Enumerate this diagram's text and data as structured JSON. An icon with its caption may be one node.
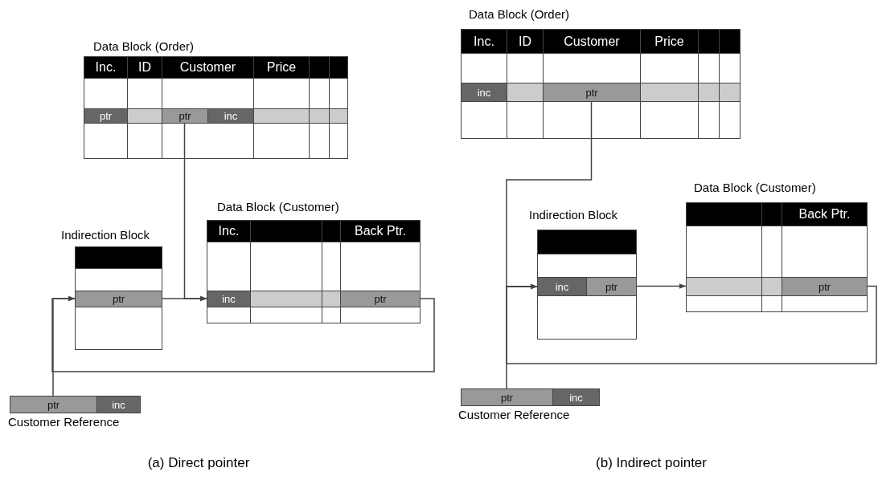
{
  "diagram": {
    "nodes": [
      {
        "text": [
          "Data Block (Order)"
        ]
      },
      {
        "text": [
          "Inc."
        ],
        "in": 0
      },
      {
        "text": [
          "ID"
        ],
        "in": 0
      },
      {
        "text": [
          "Customer"
        ],
        "in": 0
      },
      {
        "text": [
          "Price"
        ],
        "in": 0
      },
      {
        "text": [
          "ptr"
        ],
        "in": 0
      },
      {
        "text": [
          "ptr"
        ],
        "in": 0
      },
      {
        "text": [
          "inc"
        ],
        "in": 0
      },
      {
        "text": [
          "Indirection Block"
        ]
      },
      {
        "text": [
          "ptr"
        ],
        "in": 8
      },
      {
        "text": [
          "Data Block (Customer)"
        ]
      },
      {
        "text": [
          "Inc."
        ],
        "in": 10
      },
      {
        "text": [
          "Back Ptr."
        ],
        "in": 10
      },
      {
        "text": [
          "inc"
        ],
        "in": 10
      },
      {
        "text": [
          "ptr"
        ],
        "in": 10
      },
      {
        "text": [
          "Customer Reference"
        ]
      },
      {
        "text": [
          "ptr"
        ],
        "in": 15
      },
      {
        "text": [
          "inc"
        ],
        "in": 15
      },
      {
        "text": [
          "Data Block (Order)"
        ]
      },
      {
        "text": [
          "Inc."
        ],
        "in": 18
      },
      {
        "text": [
          "ID"
        ],
        "in": 18
      },
      {
        "text": [
          "Customer"
        ],
        "in": 18
      },
      {
        "text": [
          "Price"
        ],
        "in": 18
      },
      {
        "text": [
          "inc"
        ],
        "in": 18
      },
      {
        "text": [
          "ptr"
        ],
        "in": 18
      },
      {
        "text": [
          "Indirection Block"
        ]
      },
      {
        "text": [
          "inc"
        ],
        "in": 25
      },
      {
        "text": [
          "ptr"
        ],
        "in": 25
      },
      {
        "text": [
          "Data Block (Customer)"
        ]
      },
      {
        "text": [
          "Back Ptr."
        ],
        "in": 28
      },
      {
        "text": [
          "ptr"
        ],
        "in": 28
      },
      {
        "text": [
          "Customer Reference"
        ]
      },
      {
        "text": [
          "ptr"
        ],
        "in": 31
      },
      {
        "text": [
          "inc"
        ],
        "in": 31
      }
    ],
    "edges": [
      {
        "from": 6,
        "to": 13,
        "arrow": "to"
      },
      {
        "from": 9,
        "to": 13,
        "arrow": "to"
      },
      {
        "from": 16,
        "to": 9,
        "arrow": "to"
      },
      {
        "from": 14,
        "to": 9,
        "arrow": "to"
      },
      {
        "from": 24,
        "to": 26,
        "arrow": "to"
      },
      {
        "from": 32,
        "to": 26,
        "arrow": "to"
      },
      {
        "from": 30,
        "to": 26,
        "arrow": "to"
      },
      {
        "from": 27,
        "to": 28,
        "arrow": "to"
      }
    ],
    "labels": [
      "(a) Direct pointer",
      "(b) Indirect pointer"
    ]
  }
}
